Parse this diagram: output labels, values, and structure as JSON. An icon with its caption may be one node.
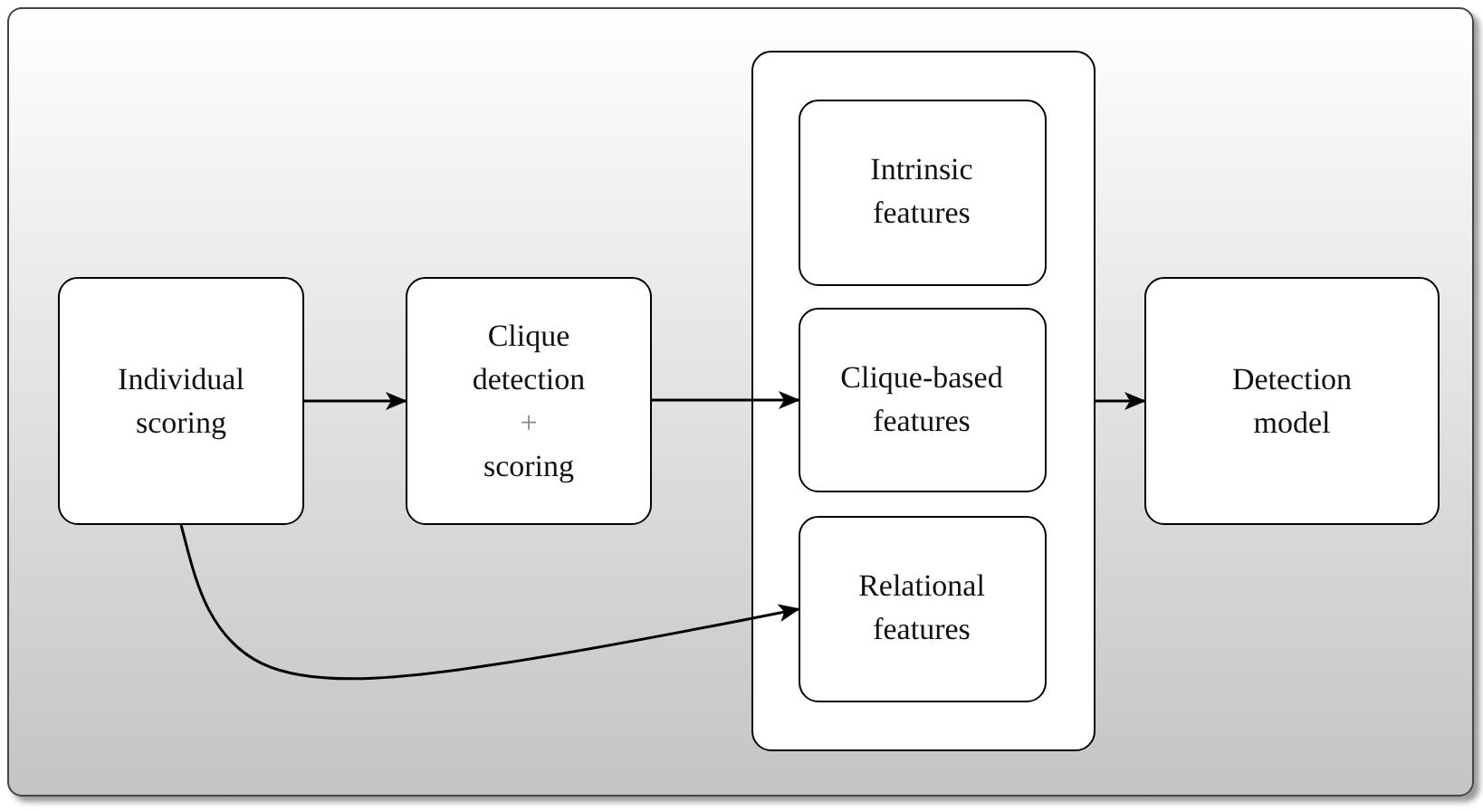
{
  "diagram": {
    "nodes": [
      {
        "text": [
          "Individual scoring"
        ]
      },
      {
        "text": [
          "Clique detection",
          "+",
          "scoring"
        ]
      },
      {
        "text": [],
        "shape": "box"
      },
      {
        "text": [
          "Intrinsic features"
        ],
        "in": 2
      },
      {
        "text": [
          "Clique-based features"
        ],
        "in": 2
      },
      {
        "text": [
          "Relational features"
        ],
        "in": 2
      },
      {
        "text": [
          "Detection model"
        ]
      }
    ],
    "edges": [
      {
        "from": 0,
        "to": 1,
        "arrow": "to"
      },
      {
        "from": 1,
        "to": 4,
        "arrow": "to"
      },
      {
        "from": 2,
        "to": 6,
        "arrow": "to"
      },
      {
        "from": 0,
        "to": 5,
        "arrow": "to"
      }
    ]
  }
}
